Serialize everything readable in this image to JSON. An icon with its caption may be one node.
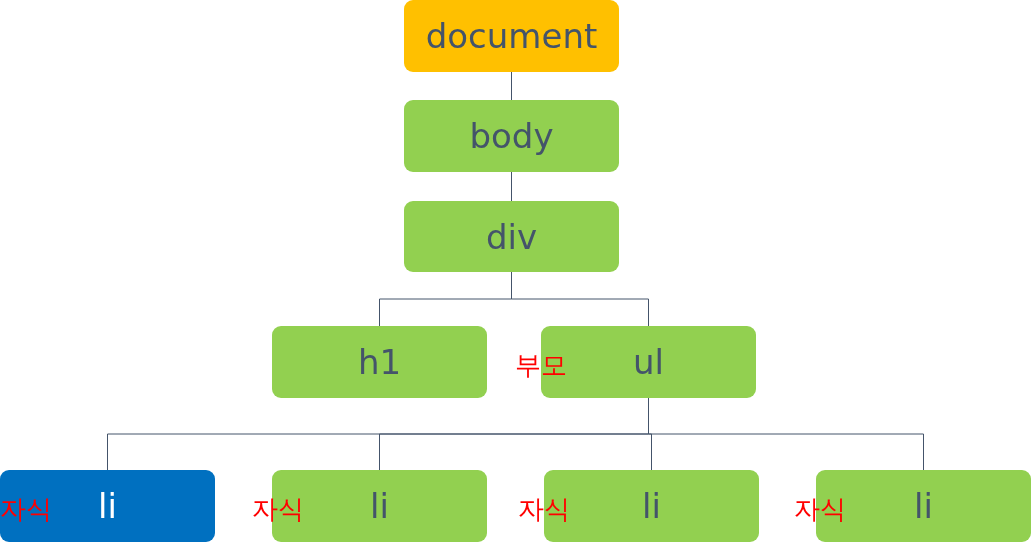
{
  "diagram": {
    "nodes": [
      {
        "text": [
          "document"
        ]
      },
      {
        "text": [
          "body"
        ]
      },
      {
        "text": [
          "div"
        ]
      },
      {
        "text": [
          "h1"
        ]
      },
      {
        "text": [
          "부모",
          "ul"
        ]
      },
      {
        "text": [
          "자식",
          "li"
        ]
      },
      {
        "text": [
          "자식",
          "li"
        ]
      },
      {
        "text": [
          "자식",
          "li"
        ]
      },
      {
        "text": [
          "자식",
          "li"
        ]
      }
    ],
    "edges": [
      {
        "from": 0,
        "to": 1,
        "arrow": "none"
      },
      {
        "from": 1,
        "to": 2,
        "arrow": "none"
      },
      {
        "from": 2,
        "to": 3,
        "arrow": "none"
      },
      {
        "from": 2,
        "to": 4,
        "arrow": "none"
      },
      {
        "from": 4,
        "to": 5,
        "arrow": "none"
      },
      {
        "from": 4,
        "to": 6,
        "arrow": "none"
      },
      {
        "from": 4,
        "to": 7,
        "arrow": "none"
      },
      {
        "from": 4,
        "to": 8,
        "arrow": "none"
      }
    ]
  }
}
